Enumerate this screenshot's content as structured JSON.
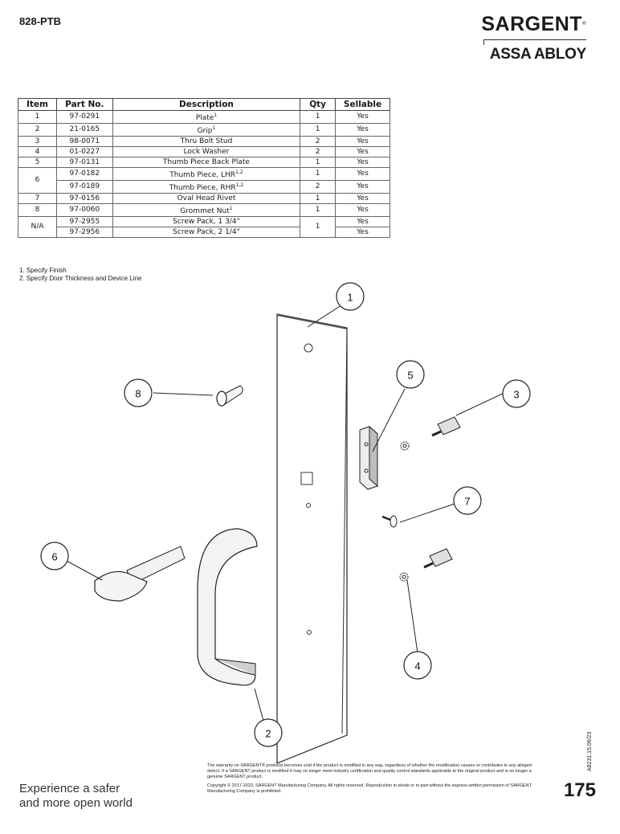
{
  "header": {
    "title": "828-PTB",
    "brand_top": "SARGENT",
    "brand_reg": "®",
    "brand_bottom": "ASSA ABLOY"
  },
  "table": {
    "headers": [
      "Item",
      "Part No.",
      "Description",
      "Qty",
      "Sellable"
    ],
    "rows": [
      {
        "item": "1",
        "part": "97-0291",
        "desc": "Plate",
        "sup": "1",
        "qty": "1",
        "sell": "Yes"
      },
      {
        "item": "2",
        "part": "21-0165",
        "desc": "Grip",
        "sup": "1",
        "qty": "1",
        "sell": "Yes"
      },
      {
        "item": "3",
        "part": "98-0071",
        "desc": "Thru Bolt Stud",
        "sup": "",
        "qty": "2",
        "sell": "Yes"
      },
      {
        "item": "4",
        "part": "01-0227",
        "desc": "Lock Washer",
        "sup": "",
        "qty": "2",
        "sell": "Yes"
      },
      {
        "item": "5",
        "part": "97-0131",
        "desc": "Thumb Piece Back Plate",
        "sup": "",
        "qty": "1",
        "sell": "Yes"
      },
      {
        "item": "6",
        "part": "97-0182",
        "desc": "Thumb Piece, LHR",
        "sup": "1,2",
        "qty": "1",
        "sell": "Yes"
      },
      {
        "item": "",
        "part": "97-0189",
        "desc": "Thumb Piece, RHR",
        "sup": "1,2",
        "qty": "2",
        "sell": "Yes"
      },
      {
        "item": "7",
        "part": "97-0156",
        "desc": "Oval Head Rivet",
        "sup": "",
        "qty": "1",
        "sell": "Yes"
      },
      {
        "item": "8",
        "part": "97-0060",
        "desc": "Grommet Nut",
        "sup": "1",
        "qty": "1",
        "sell": "Yes"
      },
      {
        "item": "N/A",
        "part": "97-2955",
        "desc": "Screw Pack, 1 3/4\"",
        "sup": "",
        "qty": "1",
        "sell": "Yes"
      },
      {
        "item": "",
        "part": "97-2956",
        "desc": "Screw Pack, 2 1/4\"",
        "sup": "",
        "qty": "",
        "sell": "Yes"
      }
    ]
  },
  "notes": [
    "1. Specify Finish",
    "2. Specify Door Thickness and Device Line"
  ],
  "callouts": [
    "1",
    "2",
    "3",
    "4",
    "5",
    "6",
    "7",
    "8"
  ],
  "footer": {
    "tagline_line1": "Experience a safer",
    "tagline_line2": "and more open world",
    "warranty": "The warranty on SARGENT® products becomes void if the product is modified in any way, regardless of whether the modification causes or contributes to any alleged defect. If a SARGENT product is modified it may no longer meet industry certification and quality control standards applicable to the original product and is no longer a genuine SARGENT product.",
    "copyright": "Copyright © 2017-2023, SARGENT Manufacturing Company. All rights reserved. Reproduction in whole or in part without the express written permission of SARGENT Manufacturing Company is prohibited.",
    "page_number": "175",
    "doc_id": "A8231.15 06/23"
  }
}
